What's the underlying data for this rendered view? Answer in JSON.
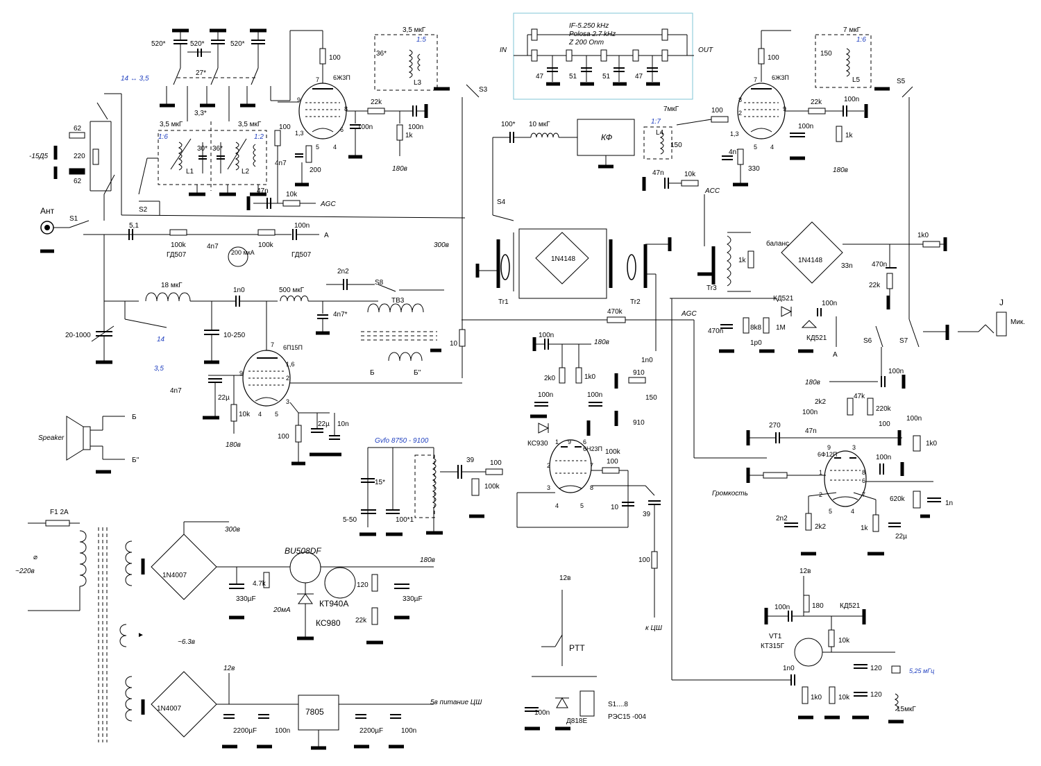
{
  "labels": {
    "if_title": "IF-5.250 kHz",
    "if_band": "Polosa  2.7 kHz",
    "if_z": "Z 200 Onm",
    "if_in": "IN",
    "if_out": "OUT",
    "if_caps": [
      "47",
      "51",
      "51",
      "47"
    ],
    "ant": "Ант",
    "speaker": "Speaker",
    "mic": "Мик.",
    "agc": "AGC",
    "acc": "ACC",
    "kf": "КФ",
    "ptt": "PTT",
    "balance": "баланс",
    "volume": "Громкость",
    "b_plus": "Б",
    "b_minus": "Б''",
    "a_point": "A",
    "to_cs": "к ЦШ",
    "cs_power": "5в питание ЦШ",
    "mains": "~220в",
    "fuse": "F1 2A",
    "heater": "~6.3в",
    "relay": "S1....8",
    "relay_type": "РЭС15 -004",
    "gvfo": "Gvfo 8750 - 9100",
    "vt1": "VT1",
    "vt1_type": "КТ315Г",
    "xtal": "5,25 мГц"
  },
  "switches": [
    "S1",
    "S2",
    "S3",
    "S4",
    "S5",
    "S6",
    "S7",
    "S8"
  ],
  "tubes": [
    "6Ж3П",
    "6Ж3П",
    "6П15П",
    "6Н23П",
    "6Ф12П"
  ],
  "transformers": [
    "Tr1",
    "Tr2",
    "Tr3",
    "ТВ3"
  ],
  "coils": [
    "L1",
    "L2",
    "L3",
    "L4",
    "L5"
  ],
  "semis": [
    "1N4148",
    "1N4148",
    "1N4007",
    "1N4007",
    "BU508DF",
    "КТ940А",
    "КС980",
    "КС930",
    "КД521",
    "КД521",
    "КД521",
    "Д818Е",
    "7805",
    "ГД507",
    "ГД507"
  ],
  "voltages": [
    "180в",
    "180в",
    "180в",
    "180в",
    "180в",
    "180в",
    "300в",
    "300в",
    "12в",
    "12в",
    "12в"
  ],
  "components": {
    "c520a": "520*",
    "c520b": "520*",
    "c520c": "520*",
    "c27": "27*",
    "ind35a": "3,5 мкГ",
    "ind35b": "3,5 мкГ",
    "ind35c": "3,5 мкГ",
    "c33": "3,3*",
    "c30": "30*",
    "c36a": "36*",
    "c36b": "36*",
    "ratio16": "1:6",
    "ratio12": "1:2",
    "ratio15": "1:5",
    "ratio17": "1:7",
    "ratio16b": "1:6",
    "r62a": "62",
    "r220": "220",
    "r62b": "62",
    "diode_label": "-15Д5",
    "band_top": "14 ↔ 3,5",
    "band_low_14": "14",
    "band_low_35": "3,5",
    "r100a": "100",
    "r22k_a": "22k",
    "c100n_a": "100n",
    "c100n_b": "100n",
    "r1k_a": "1k",
    "r100b": "100",
    "c4n7_a": "4n7",
    "r200": "200",
    "c47n_a": "47n",
    "r10k_a": "10k",
    "c5p1": "5,1",
    "r100k_a": "100k",
    "c4n7_b": "4n7",
    "meter": "200 мкА",
    "r100k_b": "100k",
    "c100n_c": "100n",
    "c20_1000": "20-1000",
    "l18": "18 мкГ",
    "c1n0_a": "1n0",
    "l500": "500 мкГ",
    "c2n2_a": "2n2",
    "c4n7_c": "4n7*",
    "c10_250": "10-250",
    "c4n7_d": "4n7",
    "c22u_a": "22µ",
    "r10k_b": "10k",
    "r100c": "100",
    "c22u_b": "22µ",
    "c10n": "10n",
    "r10_b": "10",
    "c100_star": "100*",
    "l10": "10 мкГ",
    "l7a": "7мкГ",
    "r150a": "150",
    "c47n_b": "47n",
    "r10k_c": "10k",
    "r100d": "100",
    "r22k_b": "22k",
    "c100n_d": "100n",
    "c100n_e": "100n",
    "r1k_b": "1k",
    "c4n7_e": "4n7",
    "r330": "330",
    "l7b": "7 мкГ",
    "r150b": "150",
    "r100e": "100",
    "r1k0_a": "1k0",
    "c470n": "470n",
    "r22k_c": "22k",
    "r1k_c": "1k",
    "c33n": "33n",
    "r470k_a": "470k",
    "c470n_b": "470n",
    "r8k8": "8k8",
    "r1m": "1M",
    "c100n_f": "100n",
    "c1p0": "1p0",
    "c100n_g": "100n",
    "r2k0": "2k0",
    "r1k0_b": "1k0",
    "c100n_h": "100n",
    "c100n_i": "100n",
    "r100k_c": "100k",
    "r100f": "100",
    "c10p": "10",
    "c39a": "39",
    "r100g": "100",
    "c1n0_b": "1n0",
    "r910a": "910",
    "r150c": "150",
    "r910b": "910",
    "c15": "15*",
    "c100x1": "100*1",
    "c5_50": "5-50",
    "c39b": "39",
    "r100h": "100",
    "r100k_d": "100k",
    "c100n_j": "100n",
    "r2k2_a": "2k2",
    "r47k": "47k",
    "r220k": "220k",
    "c100n_k": "100n",
    "c270": "270",
    "c47n_c": "47n",
    "r100i": "100",
    "r1k0_c": "1k0",
    "c100n_l": "100n",
    "c100n_m": "100n",
    "r620k": "620k",
    "c1n": "1n",
    "c2n2_b": "2n2",
    "r2k2_b": "2k2",
    "r1k_d": "1k",
    "c22u_c": "22µ",
    "r4k7": "4.7k",
    "i20ma": "20мА",
    "c330u_a": "330µF",
    "r120": "120",
    "r22k_d": "22k",
    "c330u_b": "330µF",
    "c2200_a": "2200µF",
    "c100n_n": "100n",
    "c2200_b": "2200µF",
    "c100n_o": "100n",
    "c100n_p": "100n",
    "r180": "180",
    "r10k_d": "10k",
    "c120a": "120",
    "c120b": "120",
    "c1n0_c": "1n0",
    "r1k0_d": "1k0",
    "r10k_e": "10k",
    "l15": "15мкГ",
    "c100n_q": "100n"
  }
}
